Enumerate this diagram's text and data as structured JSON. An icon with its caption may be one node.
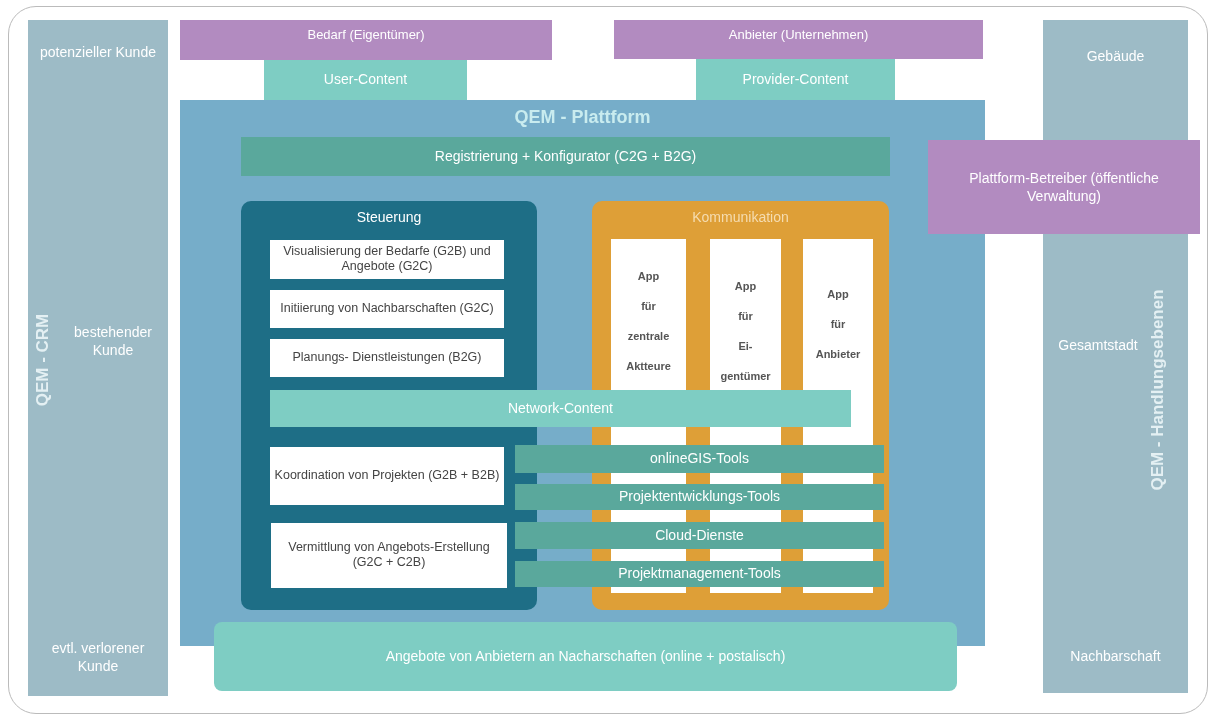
{
  "diagram": {
    "nodes": [
      {
        "text": [
          "potenzieller Kunde",
          "QEM - CRM",
          "bestehender Kunde",
          "evtl. verlorener Kunde"
        ]
      },
      {
        "text": [
          "Bedarf (Eigentümer)"
        ]
      },
      {
        "text": [
          "User-Content"
        ]
      },
      {
        "text": [
          "Anbieter (Unternehmen)"
        ]
      },
      {
        "text": [
          "Provider-Content"
        ]
      },
      {
        "text": [
          "Gebäude",
          "Gesamtstadt",
          "QEM - Handlungsebenen",
          "Nachbarschaft"
        ]
      },
      {
        "text": [
          "QEM - Plattform"
        ]
      },
      {
        "text": [
          "Registrierung + Konfigurator (C2G + B2G)"
        ],
        "in": 6
      },
      {
        "text": [
          "Plattform-Betreiber (öffentliche Verwaltung)"
        ]
      },
      {
        "text": [
          "Steuerung"
        ],
        "in": 6
      },
      {
        "text": [
          "Visualisierung der Bedarfe (G2B) und Angebote (G2C)"
        ],
        "in": 9
      },
      {
        "text": [
          "Initiierung von Nachbarschaften (G2C)"
        ],
        "in": 9
      },
      {
        "text": [
          "Planungs- Dienstleistungen (B2G)"
        ],
        "in": 9
      },
      {
        "text": [
          "Kommunikation"
        ],
        "in": 6
      },
      {
        "text": [
          "App für zentrale Aktteure"
        ],
        "in": 13
      },
      {
        "text": [
          "App für Ei- gentümer"
        ],
        "in": 13
      },
      {
        "text": [
          "App für Anbieter"
        ],
        "in": 13
      },
      {
        "text": [
          "Network-Content"
        ],
        "in": 6
      },
      {
        "text": [
          "Koordination von Projekten (G2B + B2B)"
        ],
        "in": 9
      },
      {
        "text": [
          "Vermittlung von Angebots-Erstellung (G2C + C2B)"
        ],
        "in": 9
      },
      {
        "text": [
          "onlineGIS-Tools"
        ],
        "in": 6
      },
      {
        "text": [
          "Projektentwicklungs-Tools"
        ],
        "in": 6
      },
      {
        "text": [
          "Cloud-Dienste"
        ],
        "in": 6
      },
      {
        "text": [
          "Projektmanagement-Tools"
        ],
        "in": 6
      },
      {
        "text": [
          "Angebote von Anbietern an Nacharschaften (online + postalisch)"
        ]
      }
    ]
  }
}
